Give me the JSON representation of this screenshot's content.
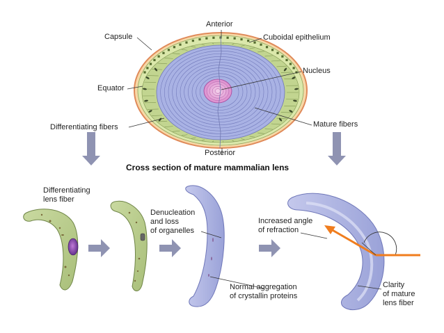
{
  "labels": {
    "anterior": "Anterior",
    "capsule": "Capsule",
    "cuboidal_epithelium": "Cuboidal epithelium",
    "nucleus": "Nucleus",
    "equator": "Equator",
    "differentiating_fibers": "Differentiating fibers",
    "mature_fibers": "Mature fibers",
    "posterior": "Posterior",
    "cross_section_title": "Cross section of mature mammalian lens",
    "differentiating_lens_fiber": "Differentiating\nlens fiber",
    "denucleation": "Denucleation\nand loss\nof organelles",
    "increased_angle": "Increased angle\nof refraction",
    "normal_aggregation": "Normal aggregation\nof crystallin proteins",
    "clarity": "Clarity\nof mature\nlens fiber"
  },
  "colors": {
    "capsule": "#e59a6c",
    "epithelium": "#d8e6a8",
    "differentiating": "#b9d08c",
    "mature": "#a9b3e4",
    "nucleus": "#e6a6d6",
    "arrow": "#8f93b2",
    "refraction": "#f07d1e"
  }
}
